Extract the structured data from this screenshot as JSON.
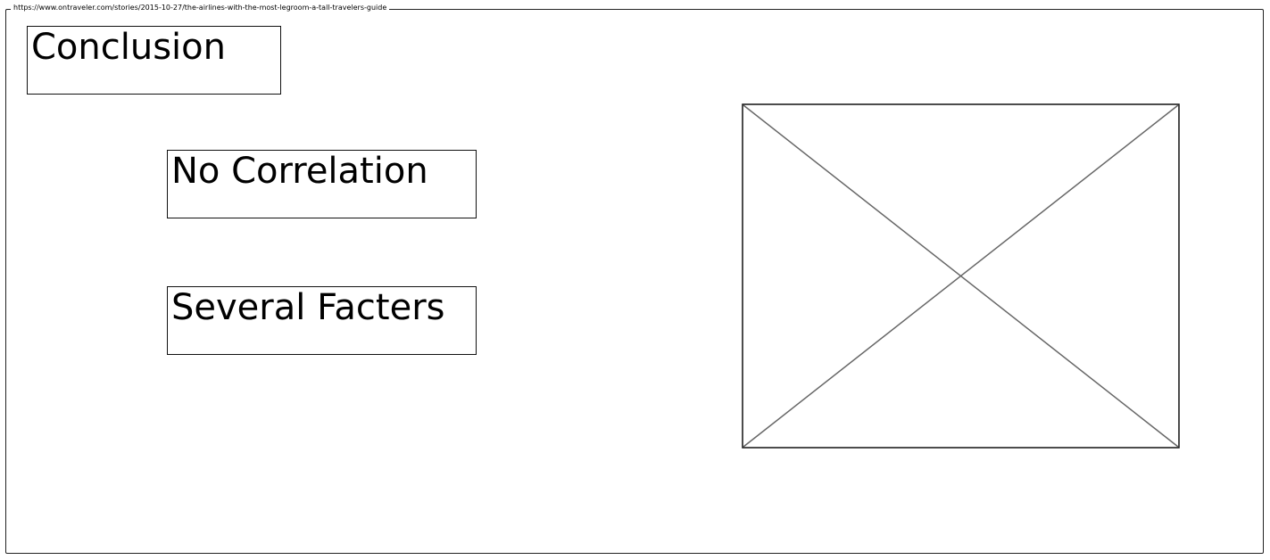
{
  "canvas": {
    "url": "https://www.ontraveler.com/stories/2015-10-27/the-airlines-with-the-most-legroom-a-tall-travelers-guide"
  },
  "boxes": {
    "conclusion": "Conclusion",
    "no_correlation": "No Correlation",
    "several_facters": "Several Facters"
  },
  "image": {
    "icon": "image-placeholder-icon"
  },
  "colors": {
    "border": "#111111",
    "placeholder_lines": "#666666",
    "background": "#ffffff"
  }
}
